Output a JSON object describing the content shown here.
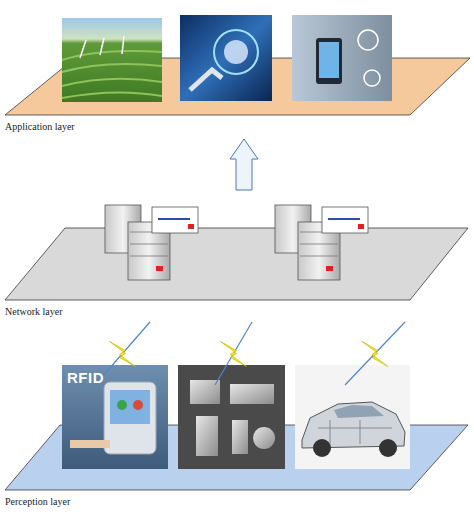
{
  "diagram": {
    "nodes": [
      {
        "text": [
          "Application layer"
        ]
      },
      {
        "text": [
          "Network layer"
        ]
      },
      {
        "text": [
          "Perception layer"
        ]
      }
    ],
    "edges": [
      {
        "from": 1,
        "to": 0,
        "arrow": "to"
      },
      {
        "from": 2,
        "to": 1,
        "arrow": "none"
      },
      {
        "from": 2,
        "to": 1,
        "arrow": "none"
      },
      {
        "from": 2,
        "to": 1,
        "arrow": "none"
      }
    ],
    "labels": [
      "RFID"
    ]
  }
}
